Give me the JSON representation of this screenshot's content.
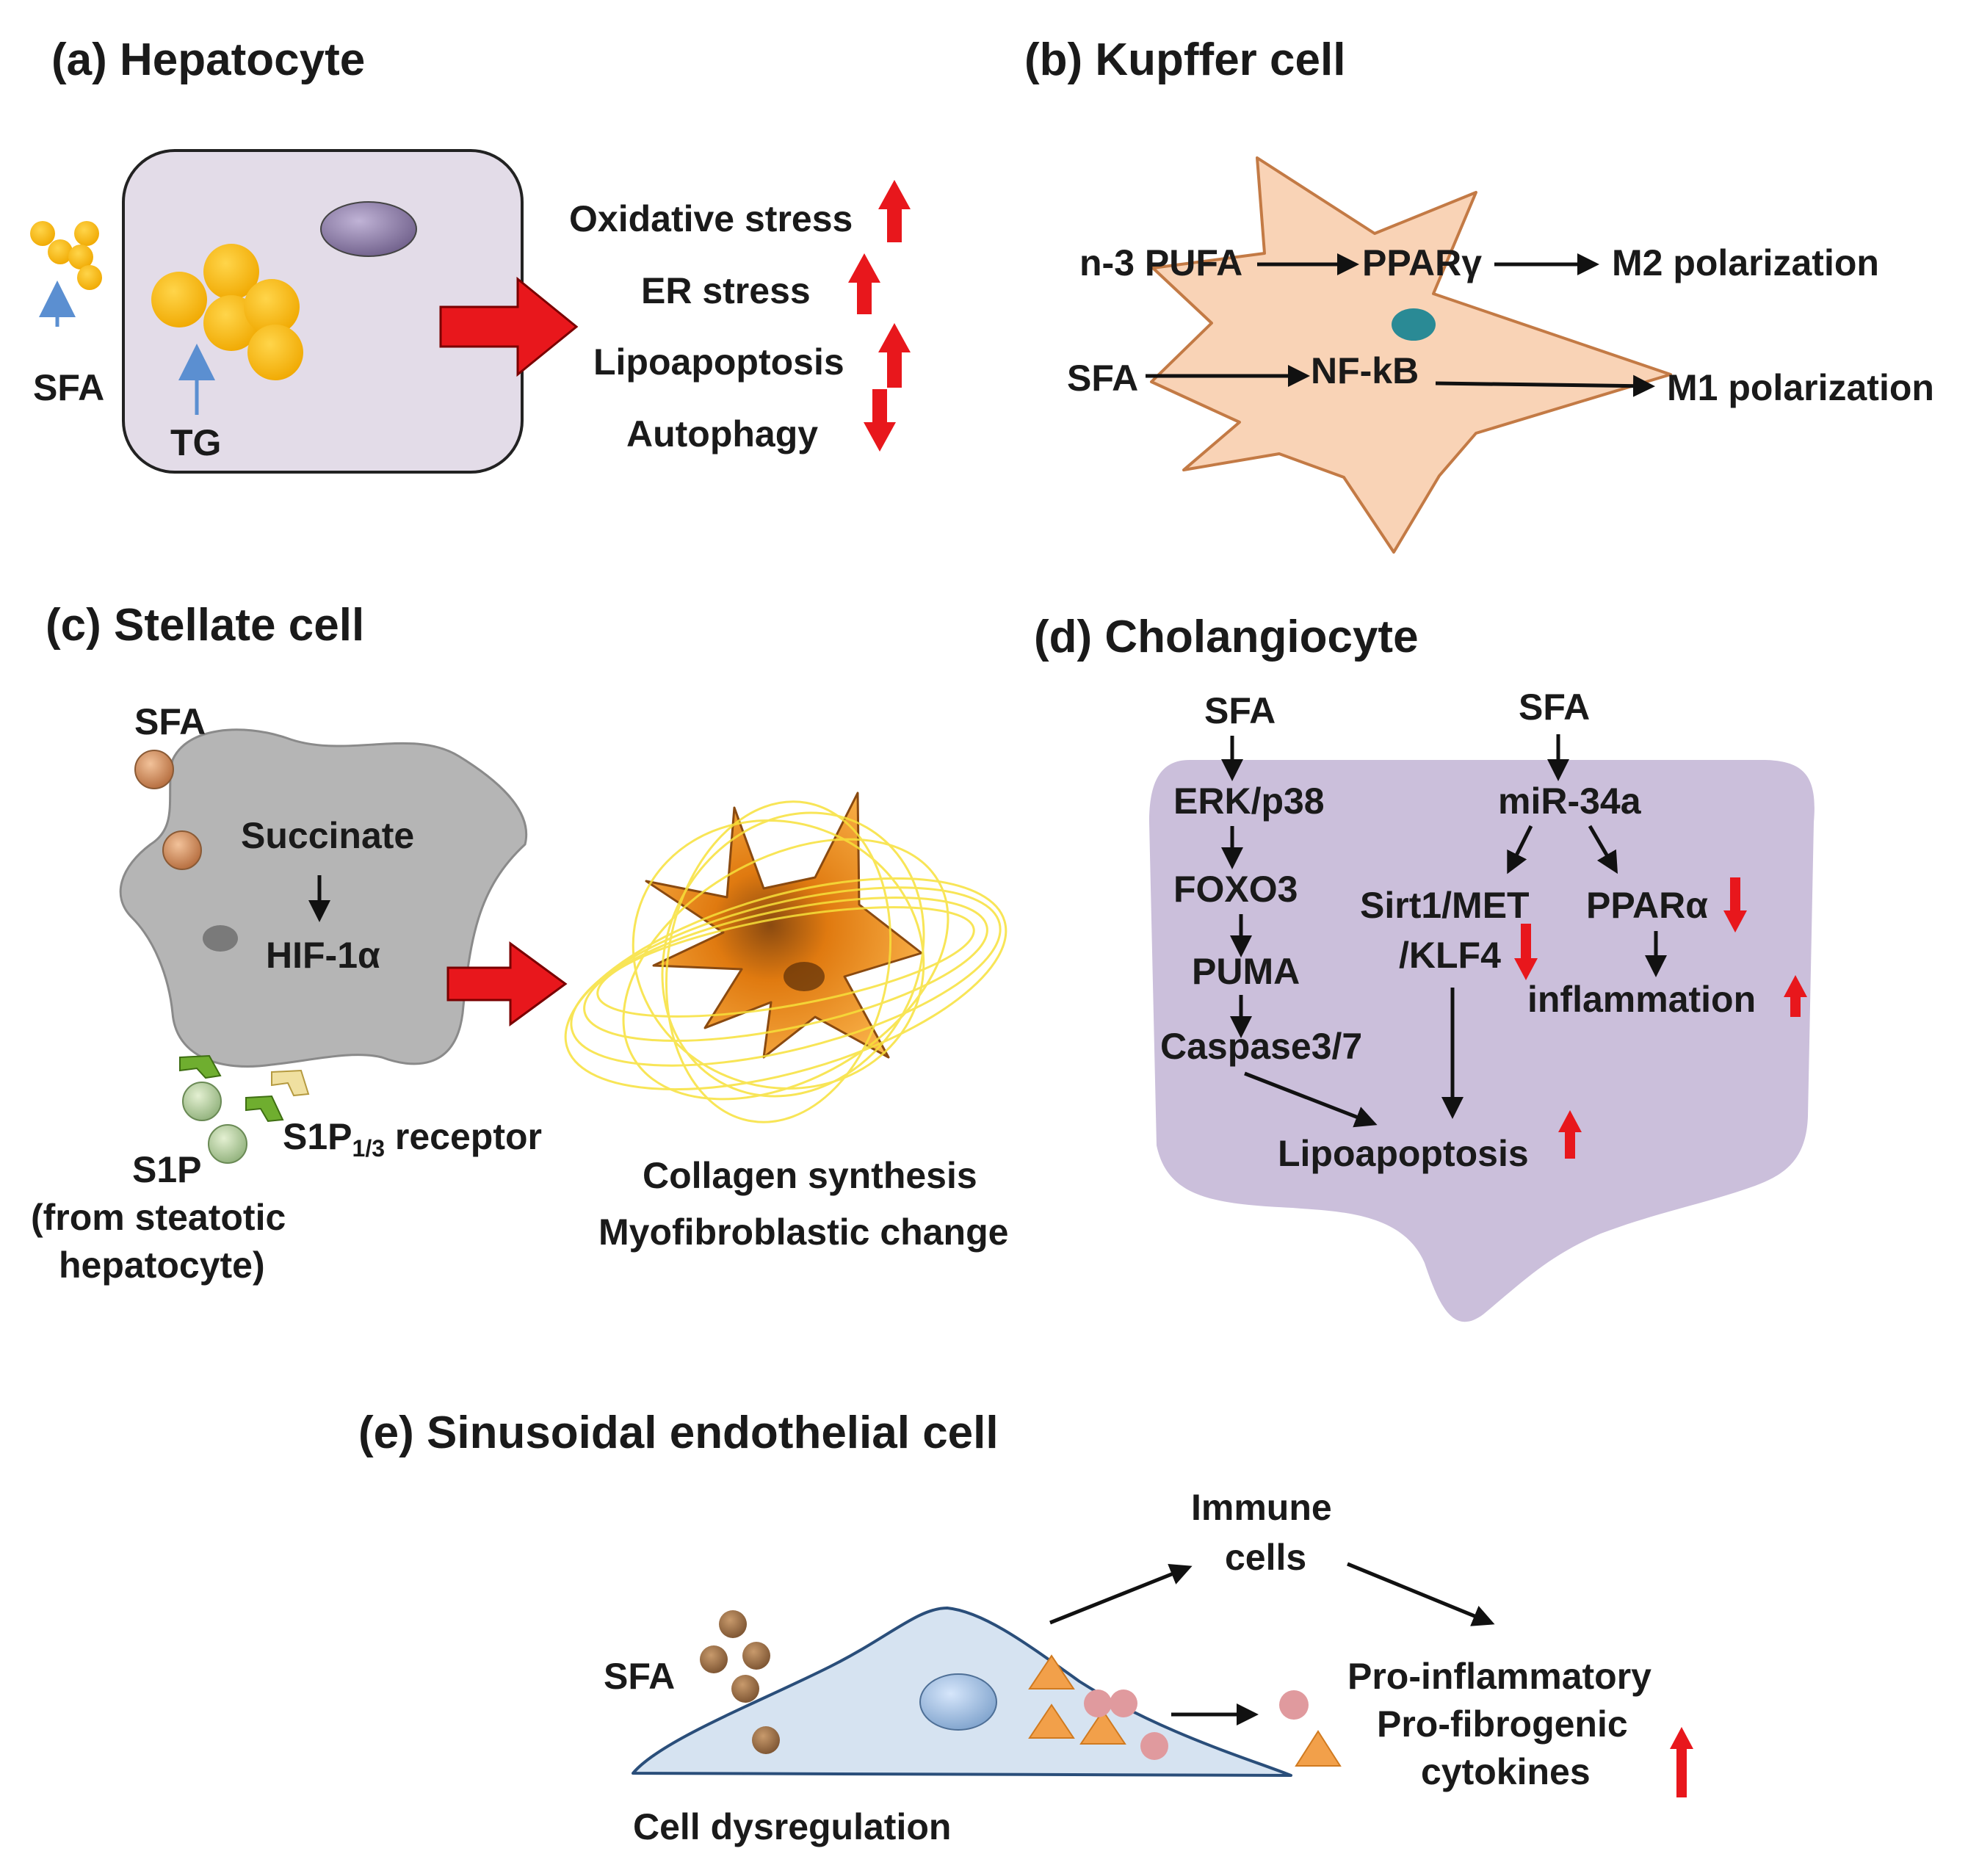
{
  "panels": {
    "a": {
      "title": "(a) Hepatocyte",
      "sfa": "SFA",
      "tg": "TG",
      "effects": [
        "Oxidative stress",
        "ER stress",
        "Lipoapoptosis",
        "Autophagy"
      ]
    },
    "b": {
      "title": "(b) Kupffer cell",
      "n3pufa": "n-3 PUFA",
      "ppar_g": "PPARγ",
      "m2": "M2 polarization",
      "sfa": "SFA",
      "nfkb": "NF-kB",
      "m1": "M1 polarization"
    },
    "c": {
      "title": "(c) Stellate cell",
      "sfa": "SFA",
      "succinate": "Succinate",
      "hif": "HIF-1α",
      "receptor_main": "S1P",
      "receptor_sub": "1/3",
      "receptor_tail": " receptor",
      "s1p_lines": [
        "S1P",
        "(from steatotic",
        "hepatocyte)"
      ],
      "outcomes": [
        "Collagen synthesis",
        "Myofibroblastic change"
      ]
    },
    "d": {
      "title": "(d) Cholangiocyte",
      "sfa_left": "SFA",
      "sfa_right": "SFA",
      "erk": "ERK/p38",
      "foxo3": "FOXO3",
      "puma": "PUMA",
      "caspase": "Caspase3/7",
      "mir": "miR-34a",
      "sirt_lines": [
        "Sirt1/MET",
        "/KLF4"
      ],
      "ppar_a": "PPARα",
      "inflammation": "inflammation",
      "lipoapoptosis": "Lipoapoptosis"
    },
    "e": {
      "title": "(e) Sinusoidal endothelial cell",
      "immune_lines": [
        "Immune",
        "cells"
      ],
      "sfa": "SFA",
      "cytokine_lines": [
        "Pro-inflammatory",
        "Pro-fibrogenic",
        "cytokines"
      ],
      "dysregulation": "Cell dysregulation"
    }
  },
  "colors": {
    "up_down_arrow": "#e8171c",
    "hepatocyte_fill": "#e3dce8",
    "lipid": "#f5b800",
    "kupffer_fill": "#f9d3b6",
    "stellate_fill": "#b5b5b5",
    "cholangiocyte_fill": "#cbbfdb",
    "endothelial_fill": "#d6e3f1"
  }
}
